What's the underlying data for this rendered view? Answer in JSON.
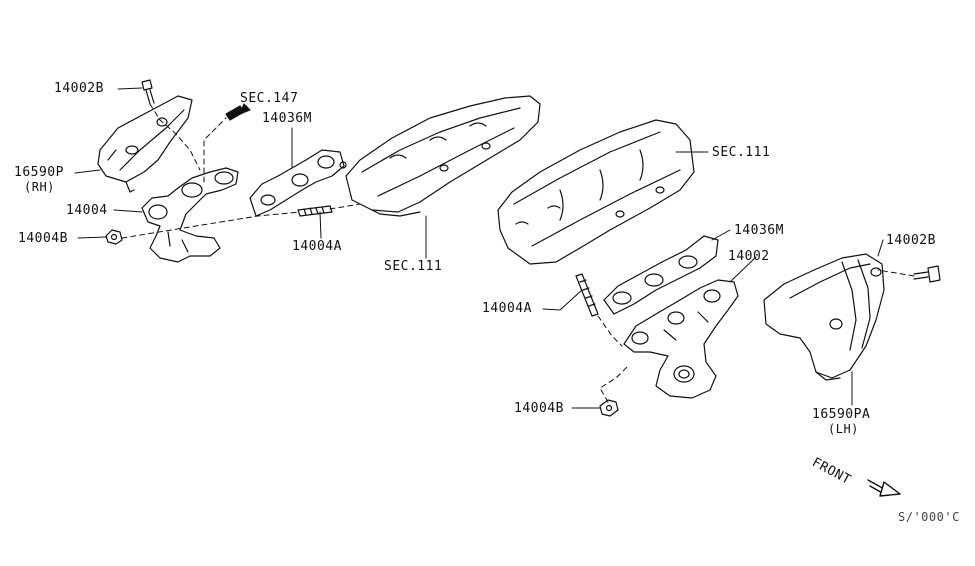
{
  "diagram": {
    "labels": {
      "bolt_rh": "14002B",
      "sec147": "SEC.147",
      "gasket_rh": "14036M",
      "insulator_rh_part": "16590P",
      "insulator_rh_side": "(RH)",
      "manifold_rh": "14004",
      "nut_rh": "14004B",
      "stud_rh": "14004A",
      "sec111_rh": "SEC.111",
      "sec111_lh": "SEC.111",
      "gasket_lh": "14036M",
      "manifold_lh": "14002",
      "bolt_lh": "14002B",
      "stud_lh": "14004A",
      "nut_lh": "14004B",
      "insulator_lh_part": "16590PA",
      "insulator_lh_side": "(LH)",
      "front": "FRONT",
      "catalog_code": "S/'000'C"
    }
  }
}
